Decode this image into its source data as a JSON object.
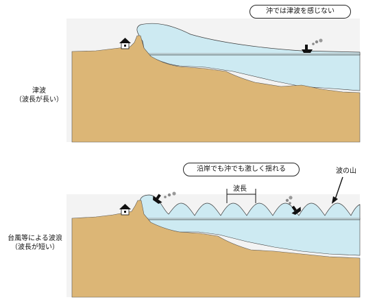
{
  "top": {
    "callout": "沖では津波を感じない",
    "label_line1": "津波",
    "label_line2": "（波長が長い）"
  },
  "bottom": {
    "callout": "沿岸でも沖でも激しく揺れる",
    "label_line1": "台風等による波浪",
    "label_line2": "（波長が短い）",
    "wavelength": "波長",
    "crest": "波の山"
  },
  "colors": {
    "land": "#dcb676",
    "water": "#cdeaf2",
    "panel": "#f3f3f3",
    "outline": "#333333"
  }
}
